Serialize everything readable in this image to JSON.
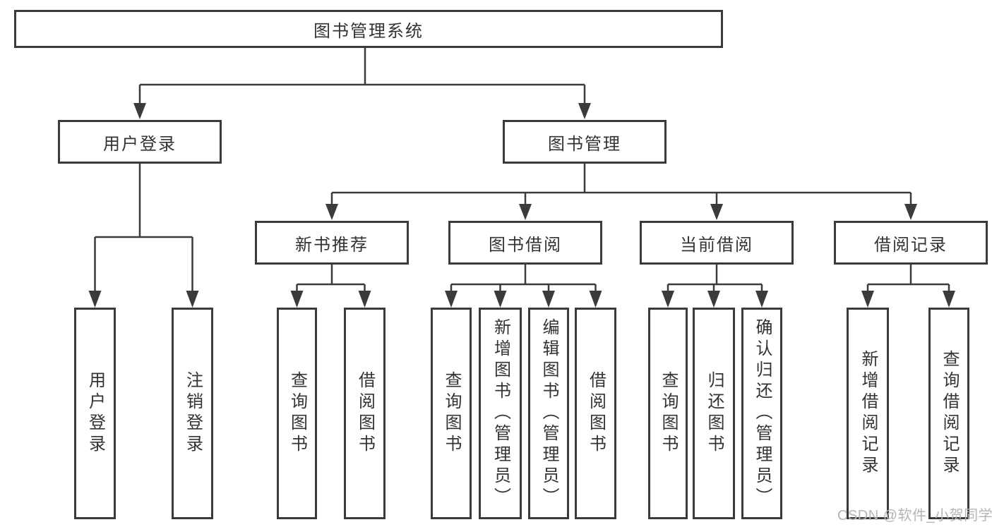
{
  "nodes": {
    "root": {
      "label": "图书管理系统"
    },
    "user_login": {
      "label": "用户登录"
    },
    "book_mgmt": {
      "label": "图书管理"
    },
    "new_book_rec": {
      "label": "新书推荐"
    },
    "book_borrow": {
      "label": "图书借阅"
    },
    "current_borrow": {
      "label": "当前借阅"
    },
    "borrow_records": {
      "label": "借阅记录"
    },
    "leaf_user_login": {
      "label": "用户登录"
    },
    "leaf_logout": {
      "label": "注销登录"
    },
    "rec_query_book": {
      "label": "查询图书"
    },
    "rec_borrow_book": {
      "label": "借阅图书"
    },
    "bb_query_book": {
      "label": "查询图书"
    },
    "bb_add_book": {
      "label": "新增图书（管理员）"
    },
    "bb_edit_book": {
      "label": "编辑图书（管理员）"
    },
    "bb_borrow_book": {
      "label": "借阅图书"
    },
    "cb_query_book": {
      "label": "查询图书"
    },
    "cb_return_book": {
      "label": "归还图书"
    },
    "cb_confirm_return": {
      "label": "确认归还（管理员）"
    },
    "br_add_record": {
      "label": "新增借阅记录"
    },
    "br_query_record": {
      "label": "查询借阅记录"
    }
  },
  "watermark": {
    "text": "CSDN @软件_小贺同学"
  },
  "colors": {
    "background": "#ffffff",
    "line": "#3b3b3b",
    "box_border": "#3a3a3a",
    "text": "#333333",
    "watermark_text": "#b5b5b5"
  }
}
